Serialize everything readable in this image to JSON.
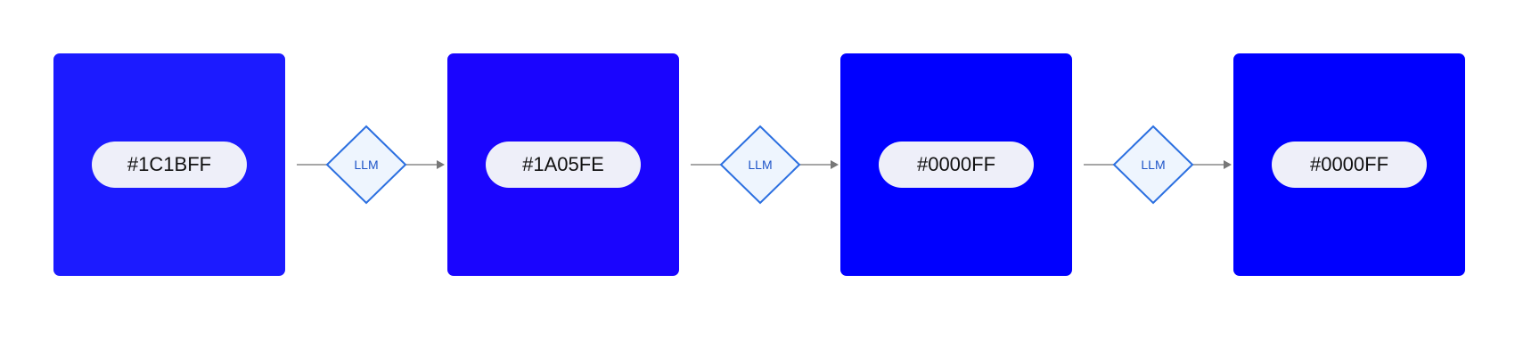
{
  "nodes": [
    {
      "label": "#1C1BFF",
      "fill": "#1C1BFF"
    },
    {
      "label": "#1A05FE",
      "fill": "#1A05FE"
    },
    {
      "label": "#0000FF",
      "fill": "#0000FF"
    },
    {
      "label": "#0000FF",
      "fill": "#0000FF"
    }
  ],
  "edges": [
    {
      "label": "LLM"
    },
    {
      "label": "LLM"
    },
    {
      "label": "LLM"
    }
  ],
  "colors": {
    "diamond_stroke": "#2b6fe0",
    "diamond_fill": "#eef5fe",
    "diamond_text": "#1f55c8",
    "line": "#888888",
    "pill_bg": "#eeeff9"
  }
}
